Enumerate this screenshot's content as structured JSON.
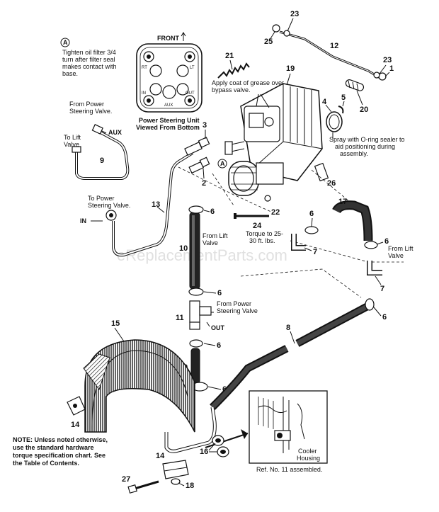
{
  "watermark": "eReplacementParts.com",
  "notes": {
    "tighten": [
      "Tighten oil filter 3/4",
      "turn after filter seal",
      "makes contact with",
      "base."
    ],
    "grease": [
      "Apply coat of grease over",
      "bypass valve."
    ],
    "spray": [
      "Spray with O-ring sealer to",
      "aid positioning during",
      "assembly."
    ],
    "torque": [
      "Torque to 25-",
      "30 ft. lbs."
    ],
    "note": [
      "NOTE: Unless noted otherwise,",
      "use the standard hardware",
      "torque specification chart. See",
      "the Table of Contents."
    ],
    "ref": "Ref. No. 11 assembled."
  },
  "steering_unit": {
    "front": "FRONT",
    "ports": {
      "rt": "RT",
      "lt": "LT",
      "in": "IN",
      "out": "OUT",
      "aux": "AUX"
    },
    "caption": [
      "Power Steering Unit",
      "Viewed From Bottom"
    ]
  },
  "callouts": {
    "a": "A",
    "aux": "AUX",
    "in": "IN",
    "out": "OUT",
    "from_ps_1": [
      "From Power",
      "Steering Valve."
    ],
    "to_lift": [
      "To Lift",
      "Valve"
    ],
    "to_ps": [
      "To Power",
      "Steering Valve."
    ],
    "from_lift_1": [
      "From Lift",
      "Valve"
    ],
    "from_lift_2": [
      "From Lift",
      "Valve"
    ],
    "from_ps_2": [
      "From Power",
      "Steering Valve"
    ],
    "cooler": [
      "Cooler",
      "Housing"
    ]
  },
  "part_numbers": {
    "p1": "1",
    "p2": "2",
    "p3": "3",
    "p4": "4",
    "p5": "5",
    "p6a": "6",
    "p6b": "6",
    "p6c": "6",
    "p6d": "6",
    "p6e": "6",
    "p6f": "6",
    "p6g": "6",
    "p7a": "7",
    "p7b": "7",
    "p8": "8",
    "p9": "9",
    "p10a": "10",
    "p10b": "10",
    "p11": "11",
    "p12": "12",
    "p13": "13",
    "p14a": "14",
    "p14b": "14",
    "p15": "15",
    "p16": "16",
    "p17": "17",
    "p18": "18",
    "p19": "19",
    "p20": "20",
    "p21": "21",
    "p22": "22",
    "p23a": "23",
    "p23b": "23",
    "p24": "24",
    "p25": "25",
    "p26": "26",
    "p27": "27"
  }
}
